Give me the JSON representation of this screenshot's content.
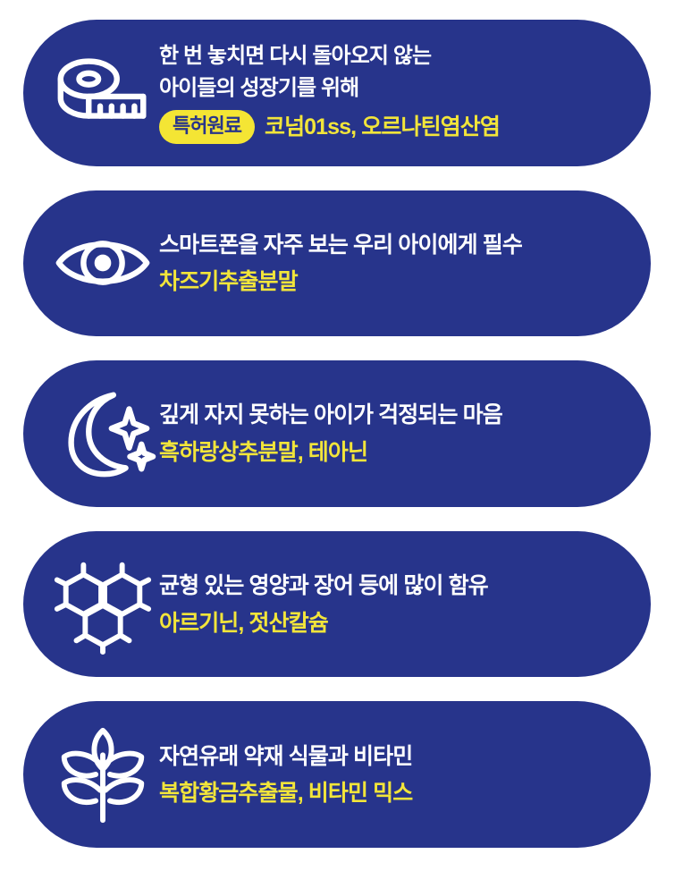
{
  "theme": {
    "page_background": "#ffffff",
    "card_background": "#27348b",
    "headline_color": "#ffffff",
    "ingredient_color": "#f2e53a",
    "badge_background": "#f4e534",
    "badge_text_color": "#27348b"
  },
  "cards": [
    {
      "icon": "measuring-tape-icon",
      "headline_lines": [
        "한 번 놓치면 다시 돌아오지 않는",
        "아이들의 성장기를 위해"
      ],
      "badge": "특허원료",
      "ingredients": "코넘01ss, 오르나틴염산염"
    },
    {
      "icon": "eye-icon",
      "headline_lines": [
        "스마트폰을 자주 보는 우리 아이에게 필수"
      ],
      "badge": "",
      "ingredients": "차즈기추출분말"
    },
    {
      "icon": "crescent-moon-icon",
      "headline_lines": [
        "깊게 자지 못하는 아이가 걱정되는 마음"
      ],
      "badge": "",
      "ingredients": "흑하랑상추분말, 테아닌"
    },
    {
      "icon": "molecule-icon",
      "headline_lines": [
        "균형 있는 영양과 장어 등에 많이 함유"
      ],
      "badge": "",
      "ingredients": "아르기닌, 젓산칼슘"
    },
    {
      "icon": "plant-sprig-icon",
      "headline_lines": [
        "자연유래 약재 식물과 비타민"
      ],
      "badge": "",
      "ingredients": "복합황금추출물, 비타민 믹스"
    }
  ]
}
